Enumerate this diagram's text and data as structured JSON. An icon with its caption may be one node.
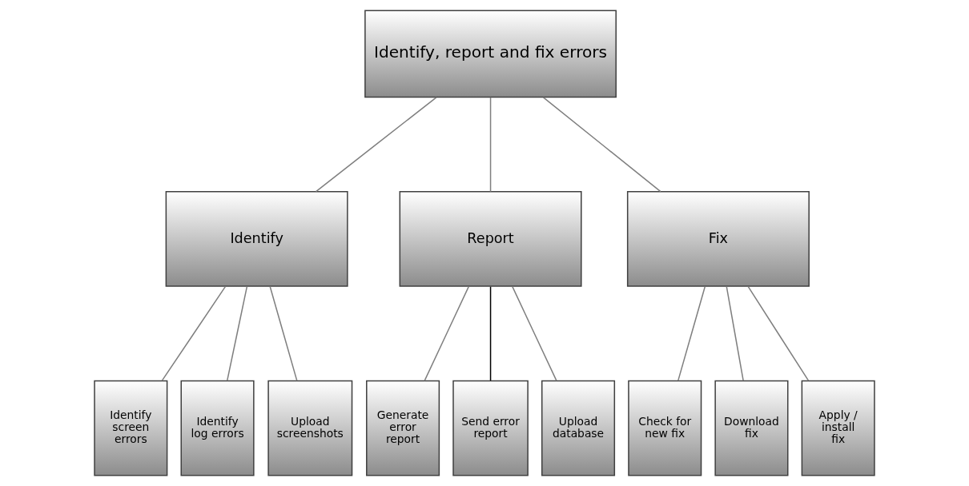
{
  "diagram": {
    "nodes": [
      {
        "text": [
          "Identify, report and fix errors"
        ]
      },
      {
        "text": [
          "Identify"
        ]
      },
      {
        "text": [
          "Report"
        ]
      },
      {
        "text": [
          "Fix"
        ]
      },
      {
        "text": [
          "Identify screen errors"
        ]
      },
      {
        "text": [
          "Identify log errors"
        ]
      },
      {
        "text": [
          "Upload screenshots"
        ]
      },
      {
        "text": [
          "Generate error report"
        ]
      },
      {
        "text": [
          "Send error report"
        ]
      },
      {
        "text": [
          "Upload database"
        ]
      },
      {
        "text": [
          "Check for new fix"
        ]
      },
      {
        "text": [
          "Download fix"
        ]
      },
      {
        "text": [
          "Apply / install fix"
        ]
      }
    ],
    "edges": [
      {
        "from": 0,
        "to": 1,
        "arrow": "none"
      },
      {
        "from": 0,
        "to": 2,
        "arrow": "none"
      },
      {
        "from": 0,
        "to": 3,
        "arrow": "none"
      },
      {
        "from": 1,
        "to": 4,
        "arrow": "none"
      },
      {
        "from": 1,
        "to": 5,
        "arrow": "none"
      },
      {
        "from": 1,
        "to": 6,
        "arrow": "none"
      },
      {
        "from": 2,
        "to": 7,
        "arrow": "none"
      },
      {
        "from": 2,
        "to": 8,
        "arrow": "none",
        "color": "#000000"
      },
      {
        "from": 2,
        "to": 9,
        "arrow": "none"
      },
      {
        "from": 3,
        "to": 10,
        "arrow": "none"
      },
      {
        "from": 3,
        "to": 11,
        "arrow": "none"
      },
      {
        "from": 3,
        "to": 12,
        "arrow": "none"
      }
    ]
  }
}
